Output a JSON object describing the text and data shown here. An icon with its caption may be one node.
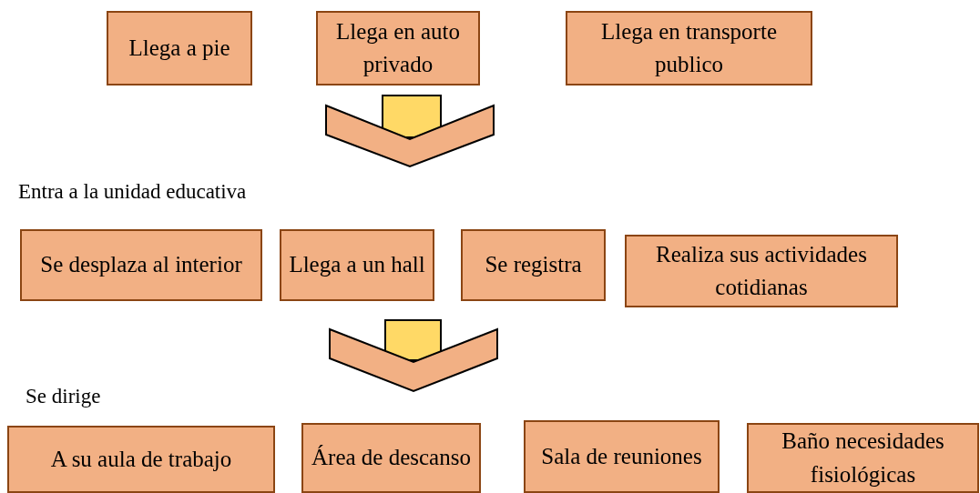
{
  "diagram": {
    "nodes": [
      {
        "text": [
          "Llega a pie"
        ]
      },
      {
        "text": [
          "Llega en auto privado"
        ]
      },
      {
        "text": [
          "Llega en transporte publico"
        ]
      },
      {
        "text": [
          "Se desplaza al interior"
        ]
      },
      {
        "text": [
          "Llega a un hall"
        ]
      },
      {
        "text": [
          "Se registra"
        ]
      },
      {
        "text": [
          "Realiza sus actividades cotidianas"
        ]
      },
      {
        "text": [
          "A su aula de trabajo"
        ]
      },
      {
        "text": [
          "Área de descanso"
        ]
      },
      {
        "text": [
          "Sala de reuniones"
        ]
      },
      {
        "text": [
          "Baño necesidades fisiológicas"
        ]
      }
    ],
    "labels": [
      "Entra a la unidad educativa",
      "Se dirige"
    ]
  }
}
